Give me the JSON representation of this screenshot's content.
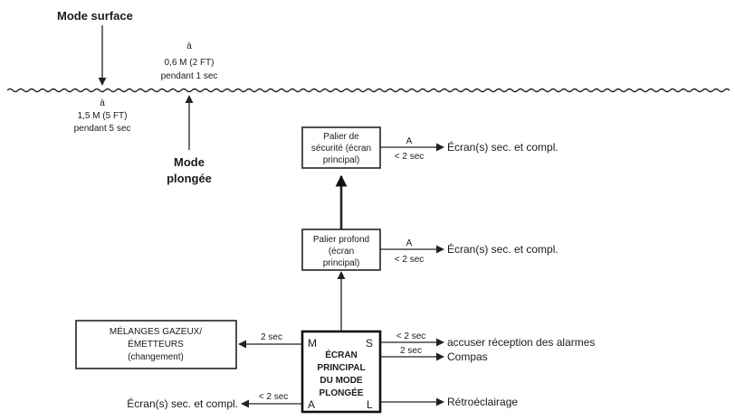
{
  "surface": {
    "title": "Mode surface",
    "down_trigger": [
      "à",
      "1,5 M (5 FT)",
      "pendant 5 sec"
    ]
  },
  "dive": {
    "title": [
      "Mode",
      "plongée"
    ],
    "up_trigger": [
      "à",
      "0,6 M (2 FT)",
      "pendant 1 sec"
    ]
  },
  "safety_stop": {
    "box": [
      "Palier de",
      "sécurité (écran",
      "principal)"
    ],
    "arrow_top": "A",
    "arrow_bottom": "< 2 sec",
    "target": "Écran(s) sec. et compl."
  },
  "deep_stop": {
    "box": [
      "Palier profond",
      "(écran",
      "principal)"
    ],
    "arrow_top": "A",
    "arrow_bottom": "< 2 sec",
    "target": "Écran(s) sec. et compl."
  },
  "main_screen": {
    "box": [
      "ÉCRAN",
      "PRINCIPAL",
      "DU MODE",
      "PLONGÉE"
    ],
    "corners": {
      "m": "M",
      "s": "S",
      "a": "A",
      "l": "L"
    }
  },
  "gas_mix": {
    "box": [
      "MÉLANGES GAZEUX/",
      "ÉMETTEURS",
      "(changement)"
    ],
    "arrow_label": "2 sec"
  },
  "left_bottom": {
    "arrow_label": "< 2 sec",
    "target": "Écran(s) sec. et compl."
  },
  "right_outputs": [
    {
      "label": "< 2 sec",
      "target": "accuser réception des alarmes"
    },
    {
      "label": "2 sec",
      "target": "Compas"
    },
    {
      "label": "",
      "target": "Rétroéclairage"
    }
  ]
}
